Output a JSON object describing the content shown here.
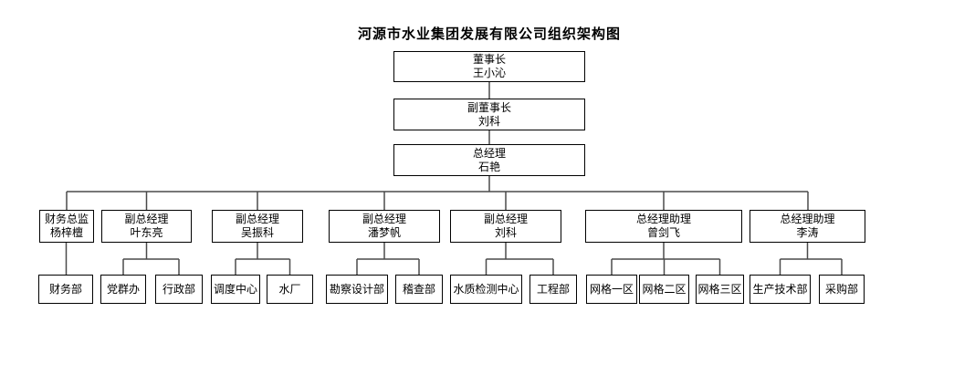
{
  "title": "河源市水业集团发展有限公司组织架构图",
  "org": {
    "chairman": {
      "title": "董事长",
      "name": "王小沁"
    },
    "vice_chairman": {
      "title": "副董事长",
      "name": "刘科"
    },
    "general_manager": {
      "title": "总经理",
      "name": "石艳"
    },
    "managers": [
      {
        "title": "财务总监",
        "name": "杨梓檀",
        "departments": [
          "财务部"
        ]
      },
      {
        "title": "副总经理",
        "name": "叶东亮",
        "departments": [
          "党群办",
          "行政部"
        ]
      },
      {
        "title": "副总经理",
        "name": "吴振科",
        "departments": [
          "调度中心",
          "水厂"
        ]
      },
      {
        "title": "副总经理",
        "name": "潘梦帆",
        "departments": [
          "勘察设计部",
          "稽查部"
        ]
      },
      {
        "title": "副总经理",
        "name": "刘科",
        "departments": [
          "水质检测中心",
          "工程部"
        ]
      },
      {
        "title": "总经理助理",
        "name": "曾剑飞",
        "departments": [
          "网格一区",
          "网格二区",
          "网格三区"
        ]
      },
      {
        "title": "总经理助理",
        "name": "李涛",
        "departments": [
          "生产技术部",
          "采购部"
        ]
      }
    ]
  },
  "colors": {
    "background": "#ffffff",
    "box_border": "#000000",
    "connector": "#4a4a4a",
    "text": "#000000"
  }
}
